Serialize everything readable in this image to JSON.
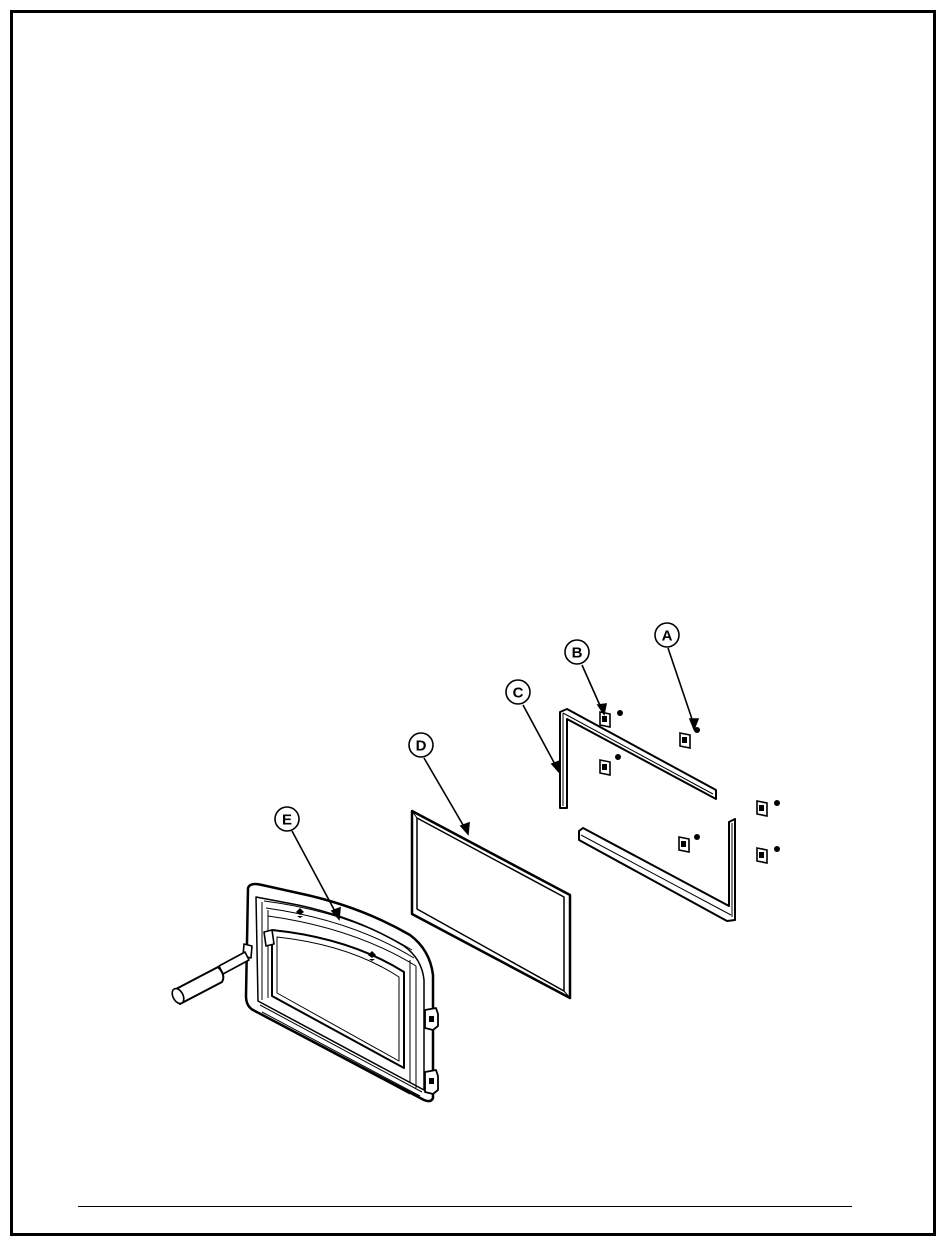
{
  "diagram": {
    "callouts": [
      {
        "id": "a",
        "label": "A"
      },
      {
        "id": "b",
        "label": "B"
      },
      {
        "id": "c",
        "label": "C"
      },
      {
        "id": "d",
        "label": "D"
      },
      {
        "id": "e",
        "label": "E"
      }
    ]
  },
  "colors": {
    "ink": "#000000",
    "paper": "#ffffff"
  }
}
